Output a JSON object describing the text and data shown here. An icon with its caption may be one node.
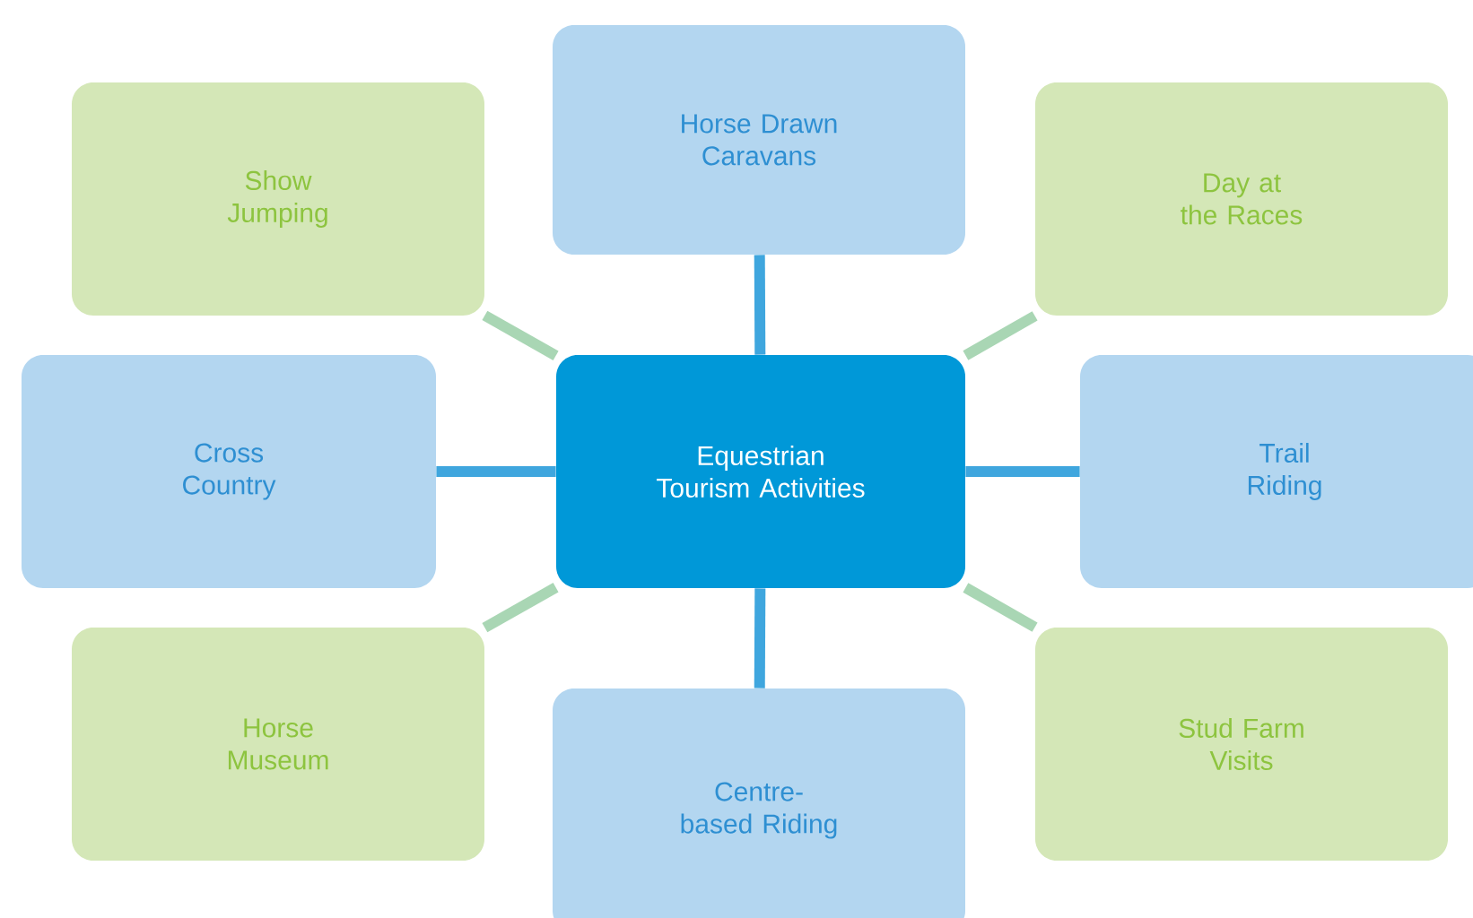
{
  "diagram": {
    "nodes": [
      {
        "text": [
          "Equestrian Tourism Activities"
        ]
      },
      {
        "text": [
          "Horse Drawn Caravans"
        ]
      },
      {
        "text": [
          "Show Jumping"
        ]
      },
      {
        "text": [
          "Day at the Races"
        ]
      },
      {
        "text": [
          "Cross Country"
        ]
      },
      {
        "text": [
          "Trail Riding"
        ]
      },
      {
        "text": [
          "Horse Museum"
        ]
      },
      {
        "text": [
          "Centre-based Riding"
        ]
      },
      {
        "text": [
          "Stud Farm Visits"
        ]
      }
    ],
    "edges": [
      {
        "from": 0,
        "to": 1,
        "arrow": "none"
      },
      {
        "from": 0,
        "to": 2,
        "arrow": "none",
        "color": "#a9d6b4"
      },
      {
        "from": 0,
        "to": 3,
        "arrow": "none",
        "color": "#a9d6b4"
      },
      {
        "from": 0,
        "to": 4,
        "arrow": "none"
      },
      {
        "from": 0,
        "to": 5,
        "arrow": "none"
      },
      {
        "from": 0,
        "to": 6,
        "arrow": "none",
        "color": "#a9d6b4"
      },
      {
        "from": 0,
        "to": 7,
        "arrow": "none"
      },
      {
        "from": 0,
        "to": 8,
        "arrow": "none",
        "color": "#a9d6b4"
      }
    ]
  }
}
